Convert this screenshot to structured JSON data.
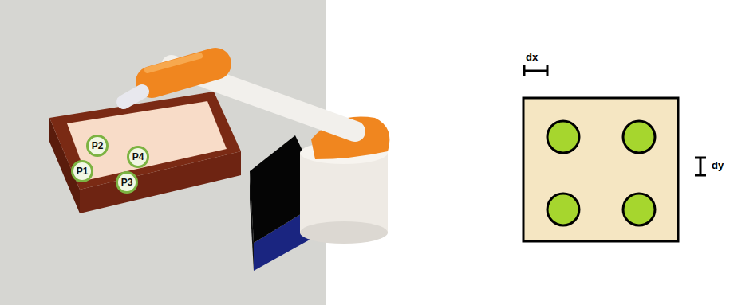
{
  "diagram": {
    "nodes": [
      {
        "text": [
          "P2"
        ]
      },
      {
        "text": [
          "P4"
        ]
      },
      {
        "text": [
          "P1"
        ]
      },
      {
        "text": [
          "P3"
        ]
      }
    ],
    "labels": [
      "dx",
      "dy"
    ]
  }
}
